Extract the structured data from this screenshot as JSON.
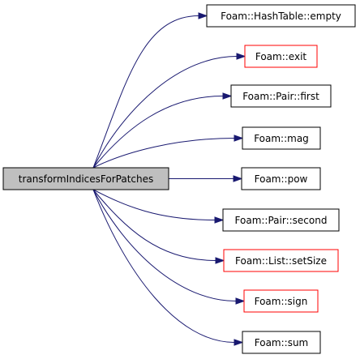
{
  "colors": {
    "edge": "#191970",
    "root_fill": "#bfbfbf",
    "node_fill": "#ffffff",
    "node_border": "#000000",
    "undocumented_border": "#ff0000"
  },
  "root": {
    "label": "transformIndicesForPatches"
  },
  "callees": [
    {
      "label": "Foam::HashTable::empty",
      "border": "black"
    },
    {
      "label": "Foam::exit",
      "border": "red"
    },
    {
      "label": "Foam::Pair::first",
      "border": "black"
    },
    {
      "label": "Foam::mag",
      "border": "black"
    },
    {
      "label": "Foam::pow",
      "border": "black"
    },
    {
      "label": "Foam::Pair::second",
      "border": "black"
    },
    {
      "label": "Foam::List::setSize",
      "border": "red"
    },
    {
      "label": "Foam::sign",
      "border": "red"
    },
    {
      "label": "Foam::sum",
      "border": "black"
    }
  ]
}
